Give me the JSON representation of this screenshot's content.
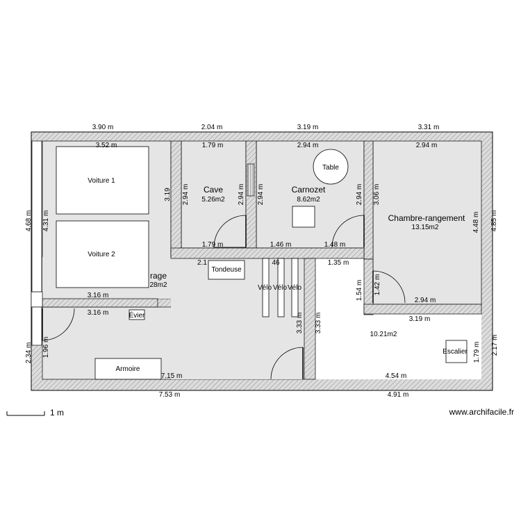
{
  "rooms": {
    "cave": {
      "name": "Cave",
      "area": "5.26m2"
    },
    "carnozet": {
      "name": "Carnozet",
      "area": "8.62m2"
    },
    "chambre": {
      "name": "Chambre-rangement",
      "area": "13.15m2"
    },
    "garage": {
      "name": "rage",
      "area": "28m2"
    },
    "hall": {
      "area": "10.21m2"
    }
  },
  "furniture": {
    "voiture1": "Voiture 1",
    "voiture2": "Voiture 2",
    "table": "Table",
    "tondeuse": "Tondeuse",
    "velo1": "Vélo",
    "velo2": "Vélo",
    "velo3": "Vélo",
    "evier": "Évier",
    "armoire": "Armoire",
    "escalier": "Escalier"
  },
  "dimensions": {
    "top_outer": [
      "3.90 m",
      "2.04 m",
      "3.19 m",
      "3.31 m"
    ],
    "top_inner": [
      "3.52 m",
      "1.79 m",
      "2.94 m",
      "2.94 m"
    ],
    "left_outer": "4.68 m",
    "left_inner": "4.31 m",
    "garage_right": "3.19",
    "cave_left": "2.94 m",
    "cave_right": "2.94 m",
    "carnozet_left": "2.94 m",
    "carnozet_right": "2.94 m",
    "chambre_left": "3.06 m",
    "chambre_right_inner": "4.48 m",
    "right_outer_top": "4.85 m",
    "cave_bottom": "1.79 m",
    "carnozet_bottom_left": "1.46 m",
    "carnozet_bottom_right": "1.48 m",
    "under_cave": "2.1",
    "under_tondeuse": "46",
    "hall_top": "1.35 m",
    "stair_wall_a": "1.54 m",
    "stair_wall_b": "1.42 m",
    "chambre_bottom": "2.94 m",
    "hall_step": "3.19 m",
    "garage_wall_top": "3.16 m",
    "garage_wall_bottom": "3.16 m",
    "left_lower_outer": "2.34 m",
    "left_lower_inner": "1.96 m",
    "center_wall_a": "3.33 m",
    "center_wall_b": "3.33 m",
    "right_lower_inner": "1.79 m",
    "right_lower_outer": "2.17 m",
    "bottom_inner_left": "7.15 m",
    "bottom_inner_right": "4.54 m",
    "bottom_outer_left": "7.53 m",
    "bottom_outer_right": "4.91 m"
  },
  "scale": {
    "label": "1 m"
  },
  "watermark": "www.archifacile.fr",
  "colors": {
    "wall": "#d8d8d8",
    "floor": "#e6e6e6",
    "white": "#ffffff",
    "line": "#000000"
  }
}
